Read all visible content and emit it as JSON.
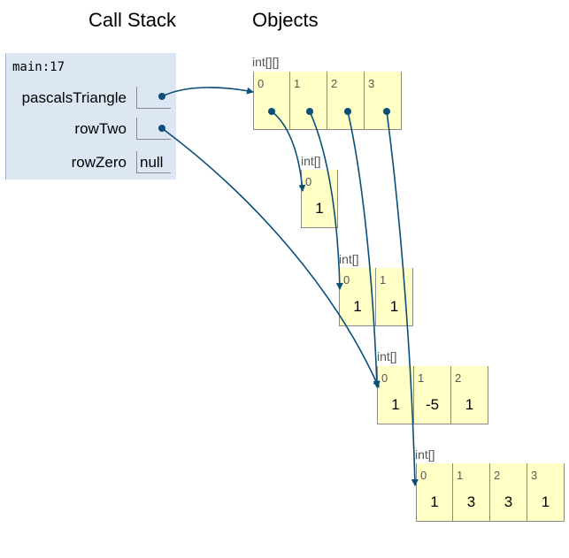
{
  "headings": {
    "call_stack": "Call Stack",
    "objects": "Objects"
  },
  "frame": {
    "title": "main:17",
    "vars": [
      {
        "name": "pascalsTriangle",
        "value": "",
        "points_to": "outer"
      },
      {
        "name": "rowTwo",
        "value": "",
        "points_to": "row2"
      },
      {
        "name": "rowZero",
        "value": "null",
        "points_to": null
      }
    ]
  },
  "objects": {
    "outer": {
      "type": "int[][]",
      "indices": [
        "0",
        "1",
        "2",
        "3"
      ],
      "values": [
        "",
        "",
        "",
        ""
      ],
      "refs": [
        "row0",
        "row1",
        "row2",
        "row3"
      ]
    },
    "row0": {
      "type": "int[]",
      "indices": [
        "0"
      ],
      "values": [
        "1"
      ]
    },
    "row1": {
      "type": "int[]",
      "indices": [
        "0",
        "1"
      ],
      "values": [
        "1",
        "1"
      ]
    },
    "row2": {
      "type": "int[]",
      "indices": [
        "0",
        "1",
        "2"
      ],
      "values": [
        "1",
        "-5",
        "1"
      ]
    },
    "row3": {
      "type": "int[]",
      "indices": [
        "0",
        "1",
        "2",
        "3"
      ],
      "values": [
        "1",
        "3",
        "3",
        "1"
      ]
    }
  },
  "colors": {
    "arrow": "#0a4f7a",
    "cell": "#ffffc6",
    "frame": "#dde6f3"
  }
}
